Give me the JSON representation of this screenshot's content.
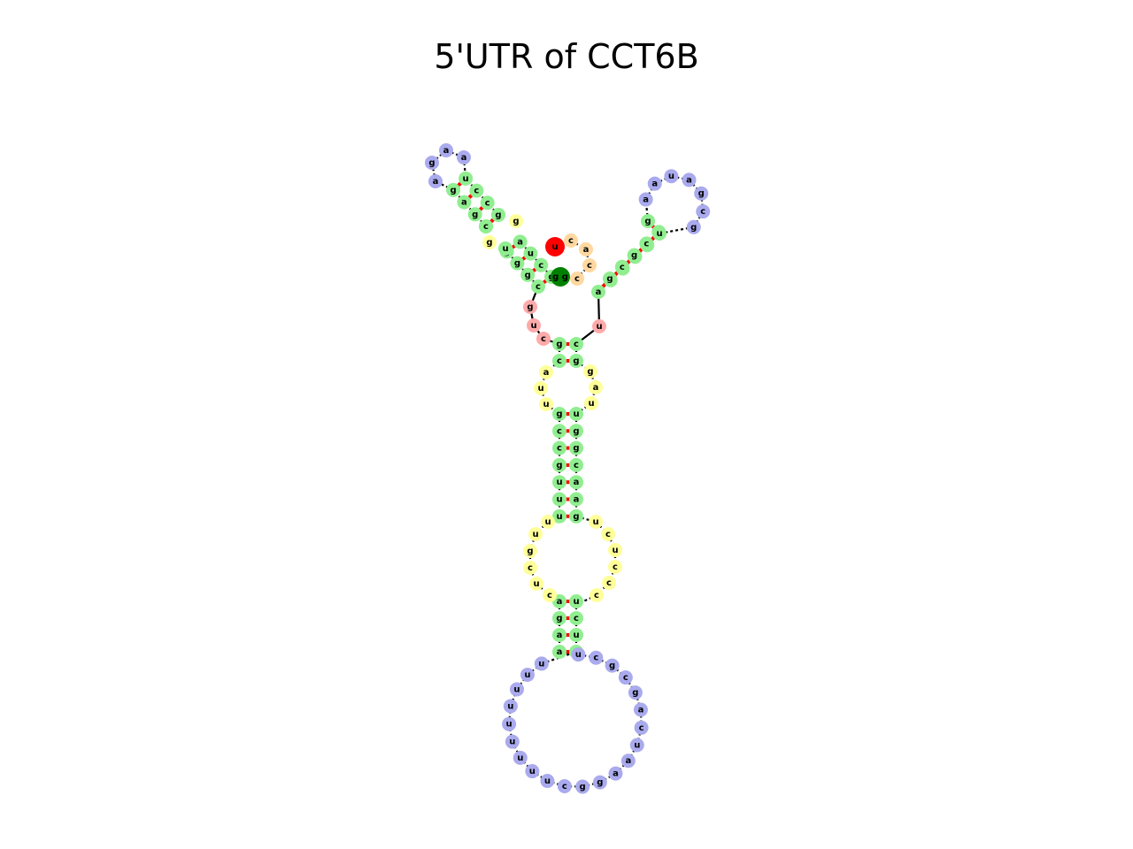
{
  "title": "5'UTR of CCT6B",
  "colors": {
    "stem": "#90ee90",
    "hairpin": "#aaaaee",
    "interior": "#ffff99",
    "multiloop": "#ffaaaa",
    "exterior": "#ffd8a0",
    "five_prime_marker": "#008000",
    "three_prime_marker": "#ff0000",
    "pair_bond": "#ff0000",
    "backbone": "#000000"
  },
  "structure": {
    "five_prime_bases": "gg",
    "three_prime_base": "u",
    "left_arm_stem_bases": [
      "c",
      "g",
      "g",
      "c",
      "g",
      "u",
      "g",
      "a",
      "g",
      "a",
      "a",
      "c",
      "g",
      "u",
      "c",
      "g",
      "c",
      "c"
    ],
    "left_arm_loop": [
      "a",
      "g",
      "a",
      "a"
    ],
    "right_arm_stem_bases": [
      "a",
      "g",
      "c",
      "c",
      "g",
      "g",
      "u",
      "c",
      "c",
      "g",
      "g",
      "u",
      "u",
      "a"
    ],
    "right_arm_loop": [
      "a",
      "a",
      "u",
      "a",
      "g",
      "c",
      "g",
      "a"
    ],
    "exterior_bases": [
      "c",
      "a",
      "c"
    ],
    "multiloop_left": [
      "g",
      "u",
      "c"
    ],
    "multiloop_right": [
      "u"
    ],
    "main_stem_top": [
      [
        "g",
        "c"
      ],
      [
        "c",
        "g"
      ]
    ],
    "internal_loop_1_left": [
      "a",
      "u",
      "u"
    ],
    "internal_loop_1_right": [
      "g",
      "a",
      "u"
    ],
    "main_stem_mid": [
      [
        "g",
        "u"
      ],
      [
        "c",
        "g"
      ],
      [
        "c",
        "g"
      ],
      [
        "g",
        "c"
      ],
      [
        "u",
        "a"
      ],
      [
        "u",
        "a"
      ],
      [
        "u",
        "g"
      ]
    ],
    "internal_loop_2_left": [
      "u",
      "u",
      "g",
      "c",
      "u",
      "c",
      "c"
    ],
    "internal_loop_2_right": [
      "u",
      "c",
      "u",
      "c",
      "c",
      "c"
    ],
    "main_stem_low": [
      [
        "a",
        "u"
      ],
      [
        "g",
        "c"
      ],
      [
        "a",
        "u"
      ],
      [
        "a",
        "u"
      ]
    ],
    "terminal_loop": [
      "u",
      "c",
      "g",
      "c",
      "g",
      "a",
      "c",
      "u",
      "a",
      "a",
      "g",
      "g",
      "c",
      "u",
      "u",
      "u",
      "u",
      "u",
      "u",
      "u",
      "u",
      "u"
    ]
  }
}
